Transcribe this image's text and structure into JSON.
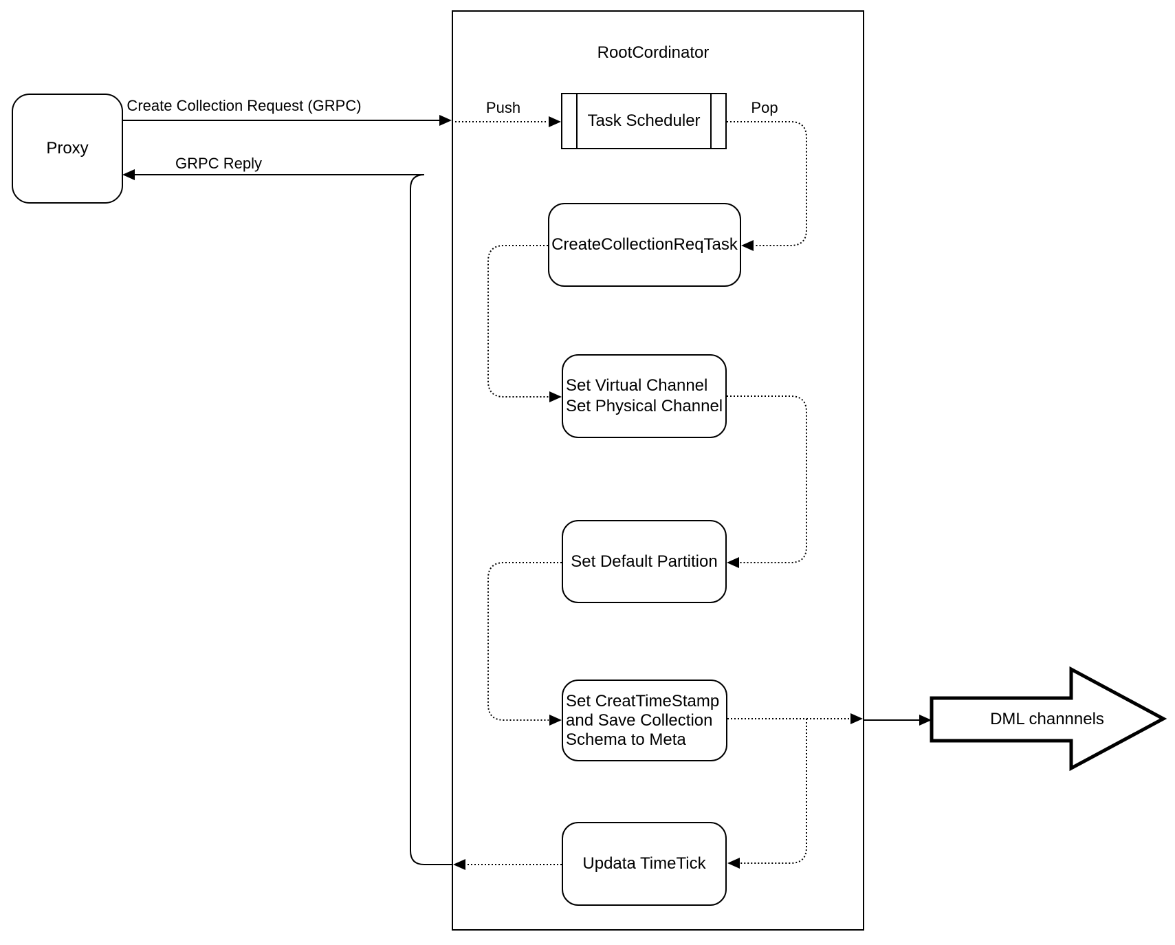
{
  "diagram": {
    "proxy": {
      "label": "Proxy"
    },
    "container": {
      "title": "RootCordinator"
    },
    "nodes": {
      "task_scheduler": {
        "label": "Task Scheduler"
      },
      "create_collection_req_task": {
        "label": "CreateCollectionReqTask"
      },
      "set_virtual_channel": {
        "line1": "Set Virtual Channel",
        "line2": "Set Physical Channel"
      },
      "set_default_partition": {
        "label": "Set Default Partition"
      },
      "set_creat_timestamp": {
        "line1": "Set CreatTimeStamp",
        "line2": "and Save Collection",
        "line3": "Schema to Meta"
      },
      "updata_timetick": {
        "label": "Updata TimeTick"
      }
    },
    "edges": {
      "create_collection_request": "Create Collection Request (GRPC)",
      "grpc_reply": "GRPC Reply",
      "push": "Push",
      "pop": "Pop"
    },
    "dml": {
      "label": "DML channnels"
    },
    "colors": {
      "stroke": "#000000",
      "background": "#ffffff"
    }
  }
}
